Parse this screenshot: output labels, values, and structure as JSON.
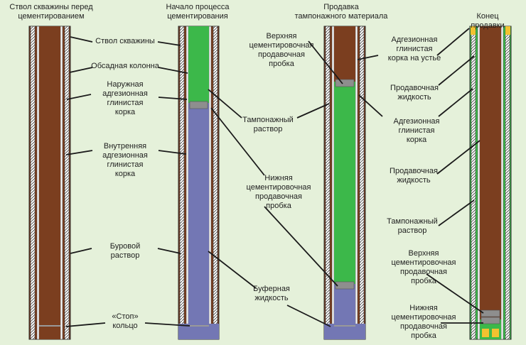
{
  "colors": {
    "background": "#e5f1da",
    "mud": "#7b3e1f",
    "cement": "#3cb84a",
    "spacer": "#7377b4",
    "plug": "#8e8e8e",
    "steel": "#ffffff",
    "cake": "#f2c230"
  },
  "headers": {
    "col1": "Ствол скважины перед\nцементированием",
    "col2": "Начало процесса\nцементирования",
    "col3": "Продавка\nтампонажного материала",
    "col4": "Конец продавки"
  },
  "labels": {
    "wellbore": "Ствол скважины",
    "casing": "Обсадная колонна",
    "outer_cake": "Наружная\nадгезионная\nглинистая\nкорка",
    "inner_cake": "Внутренняя\nадгезионная\nглинистая\nкорка",
    "drilling_mud": "Буровой\nраствор",
    "stop_ring": "«Стоп»\nкольцо",
    "cement_slurry": "Тампонажный\nраствор",
    "bottom_plug": "Нижняя\nцементировочная\nпродавочная\nпробка",
    "spacer_fluid": "Буферная\nжидкость",
    "top_plug": "Верхняя\nцементировочная\nпродавочная\nпробка",
    "wellhead_cake": "Адгезионная\nглинистая\nкорка на устье",
    "displacement_fluid_1": "Продавочная\nжидкость",
    "cake_col4": "Адгезионная\nглинистая\nкорка",
    "displacement_fluid_2": "Продавочная\nжидкость",
    "cement_col4": "Тампонажный\nраствор",
    "top_plug_col4": "Верхняя\nцементировочная\nпродавочная\nпробка",
    "bottom_plug_col4": "Нижняя\nцементировочная\nпродавочная\nпробка"
  }
}
